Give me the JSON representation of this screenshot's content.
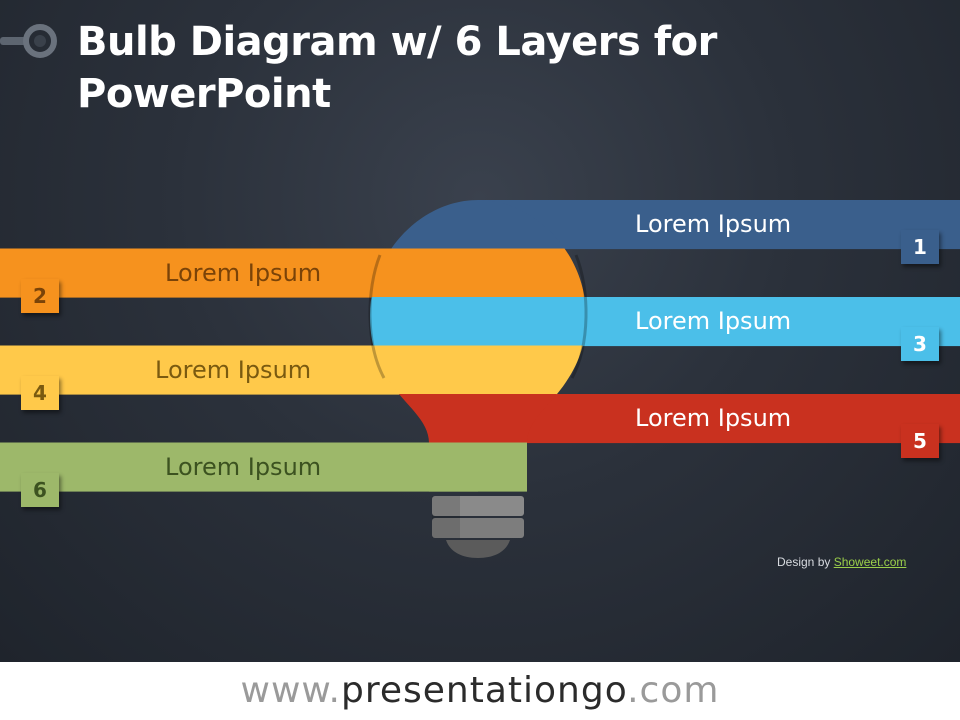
{
  "title": "Bulb Diagram w/ 6 Layers for PowerPoint",
  "layers": [
    {
      "number": "1",
      "label": "Lorem Ipsum",
      "color": "#3a5f8c",
      "text_color": "#ffffff",
      "num_bg": "#3a5f8c",
      "num_color": "#ffffff",
      "side": "right"
    },
    {
      "number": "2",
      "label": "Lorem Ipsum",
      "color": "#f6921e",
      "text_color": "#7a4308",
      "num_bg": "#f6921e",
      "num_color": "#7a4308",
      "side": "left"
    },
    {
      "number": "3",
      "label": "Lorem Ipsum",
      "color": "#4bbfe9",
      "text_color": "#ffffff",
      "num_bg": "#4bbfe9",
      "num_color": "#ffffff",
      "side": "right"
    },
    {
      "number": "4",
      "label": "Lorem Ipsum",
      "color": "#ffc94a",
      "text_color": "#7a5a10",
      "num_bg": "#ffc94a",
      "num_color": "#7a5a10",
      "side": "left"
    },
    {
      "number": "5",
      "label": "Lorem Ipsum",
      "color": "#c9311f",
      "text_color": "#ffffff",
      "num_bg": "#c9311f",
      "num_color": "#ffffff",
      "side": "right"
    },
    {
      "number": "6",
      "label": "Lorem Ipsum",
      "color": "#9db86a",
      "text_color": "#3c5220",
      "num_bg": "#9db86a",
      "num_color": "#3c5220",
      "side": "left"
    }
  ],
  "credit": {
    "prefix": "Design by ",
    "link": "Showeet.com"
  },
  "footer": {
    "www": "www.",
    "brand": "presentationgo",
    "tld": ".com"
  }
}
